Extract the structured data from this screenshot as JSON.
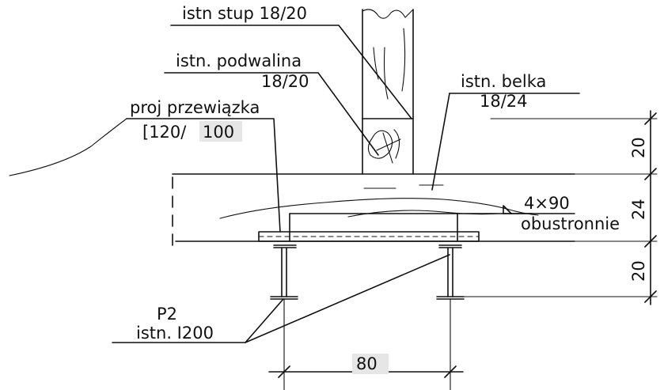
{
  "labels": {
    "stup": "istn  stup 18/20",
    "podwalina_1": "istn. podwalina",
    "podwalina_2": "18/20",
    "belka_1": "istn. belka",
    "belka_2": "18/24",
    "przewiazka_1": "proj przewiązka",
    "przewiazka_2a": "[120/",
    "przewiazka_2b": "100",
    "spoina_1": "4×90",
    "spoina_2": "obustronnie",
    "p2_1": "P2",
    "p2_2": "istn. I200"
  },
  "dimensions": {
    "upper": "20",
    "middle": "24",
    "lower": "20",
    "spacing": "80"
  },
  "colors": {
    "ink": "#111111",
    "highlight": "#e6e6e6",
    "background": "#ffffff"
  }
}
